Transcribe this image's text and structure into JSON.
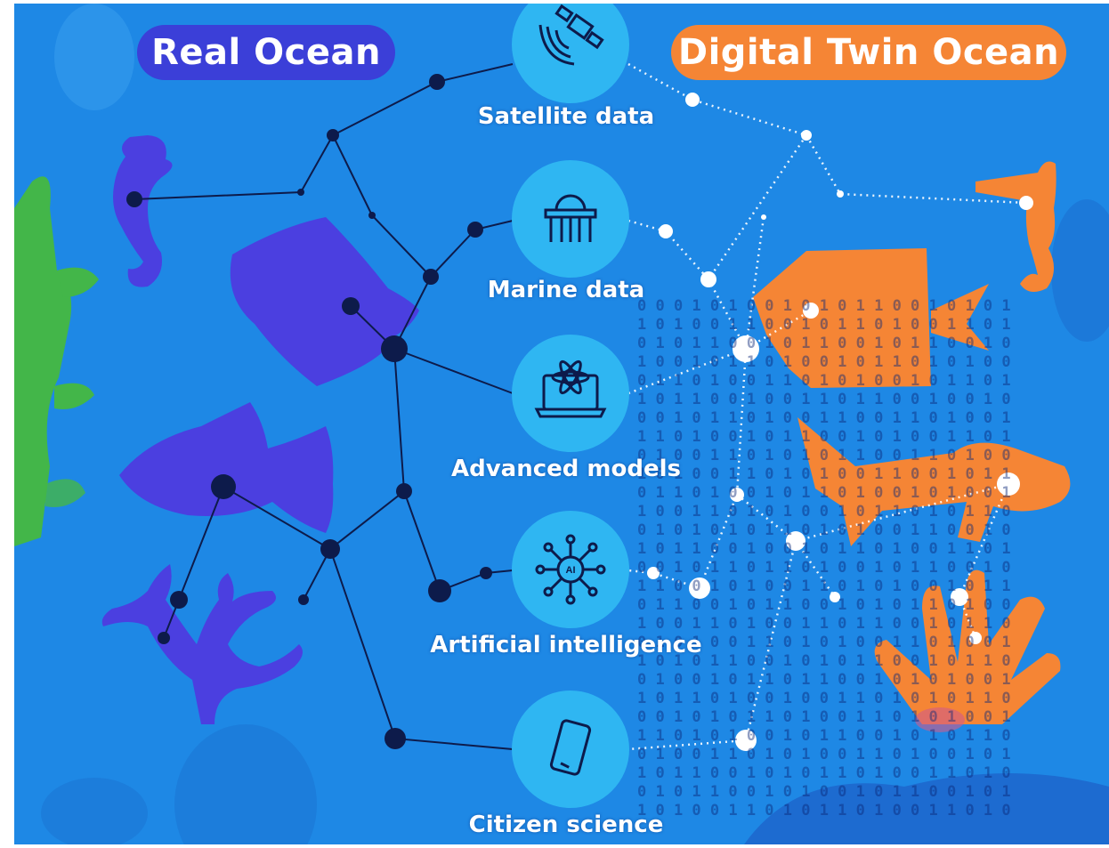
{
  "headers": {
    "real": "Real Ocean",
    "twin": "Digital Twin Ocean"
  },
  "sources": [
    {
      "label": "Satellite data",
      "icon": "satellite-icon"
    },
    {
      "label": "Marine data",
      "icon": "marine-buoy-icon"
    },
    {
      "label": "Advanced models",
      "icon": "laptop-model-icon"
    },
    {
      "label": "Artificial intelligence",
      "icon": "ai-chip-icon"
    },
    {
      "label": "Citizen science",
      "icon": "smartphone-icon"
    }
  ],
  "ai_chip_text": "AI",
  "colors": {
    "background": "#1e88e5",
    "real_accent": "#3b3fd8",
    "twin_accent": "#f58535",
    "source_circle": "#2fb6f2",
    "node_dark": "#0d1b4b",
    "node_light": "#ffffff",
    "seaweed": "#43b649"
  }
}
